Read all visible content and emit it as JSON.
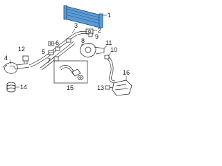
{
  "colors": {
    "background": "#ffffff",
    "line": "#2a2a2a",
    "highlight_fill": "#5b9bd5",
    "highlight_stroke": "#1f4e79"
  },
  "callouts": {
    "c1": "1",
    "c2": "2",
    "c3": "3",
    "c4": "4",
    "c5": "5",
    "c6": "6",
    "c7": "7",
    "c8": "8",
    "c9": "9",
    "c10": "10",
    "c11": "11",
    "c12": "12",
    "c13": "13",
    "c14": "14",
    "c15": "15",
    "c16": "16"
  }
}
